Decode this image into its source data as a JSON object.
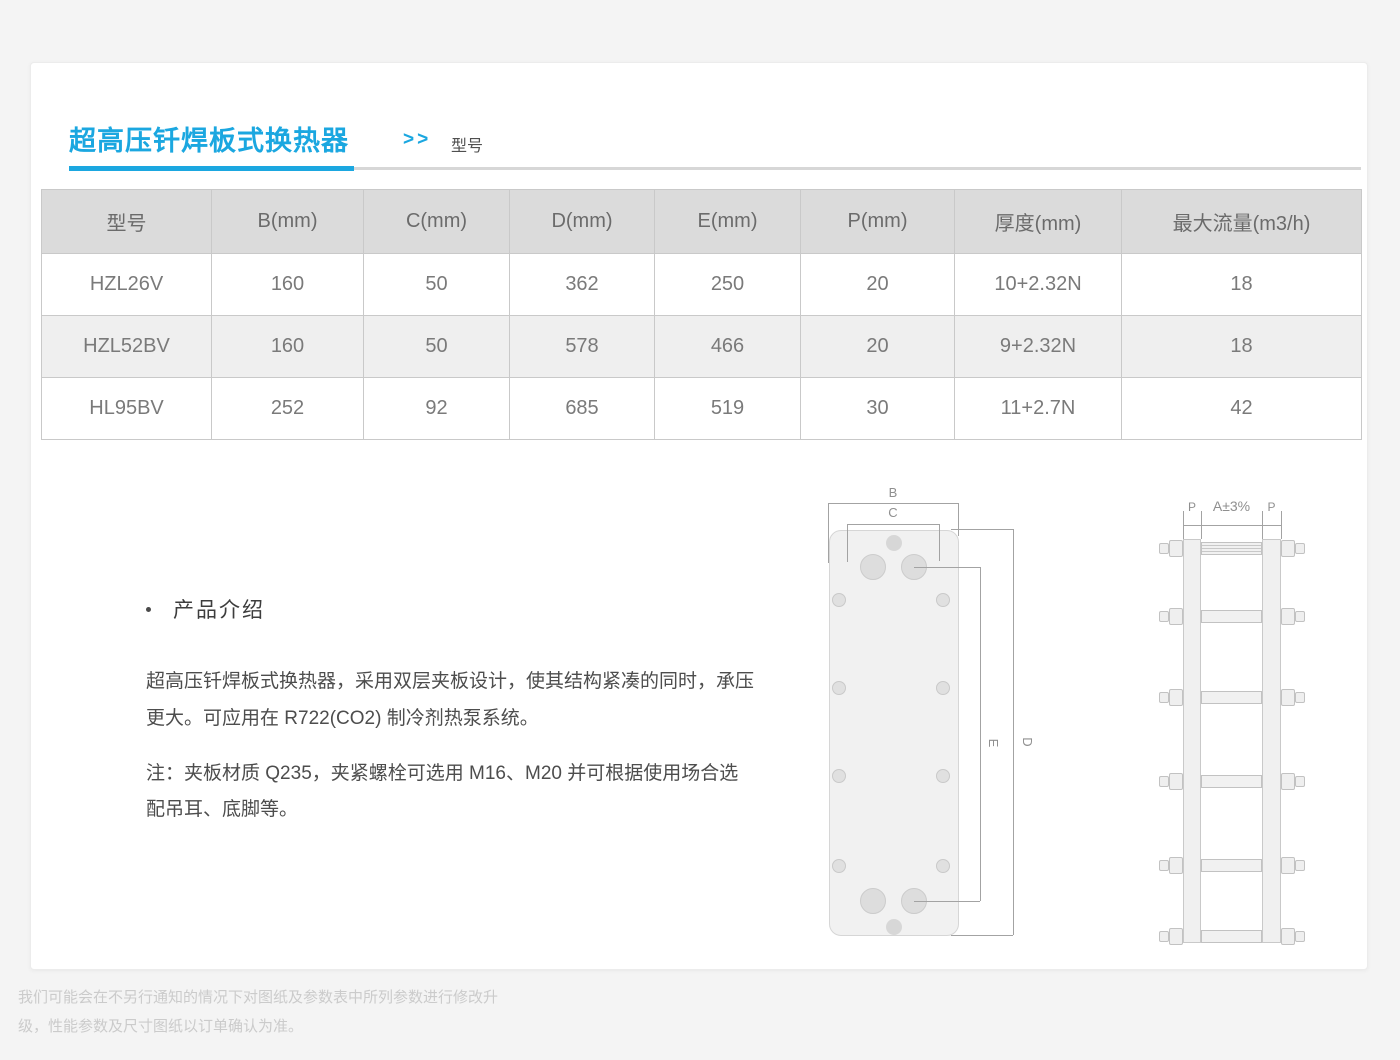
{
  "page": {
    "title": "超高压钎焊板式换热器",
    "title_arrows": ">>",
    "title_sub": "型号",
    "accent_color": "#1ba7e0",
    "footer": "我们可能会在不另行通知的情况下对图纸及参数表中所列参数进行修改升级，性能参数及尺寸图纸以订单确认为准。"
  },
  "spec_table": {
    "columns": [
      "型号",
      "B(mm)",
      "C(mm)",
      "D(mm)",
      "E(mm)",
      "P(mm)",
      "厚度(mm)",
      "最大流量(m3/h)"
    ],
    "rows": [
      [
        "HZL26V",
        "160",
        "50",
        "362",
        "250",
        "20",
        "10+2.32N",
        "18"
      ],
      [
        "HZL52BV",
        "160",
        "50",
        "578",
        "466",
        "20",
        "9+2.32N",
        "18"
      ],
      [
        "HL95BV",
        "252",
        "92",
        "685",
        "519",
        "30",
        "11+2.7N",
        "42"
      ]
    ]
  },
  "intro": {
    "heading": "产品介绍",
    "paragraph": "超高压钎焊板式换热器，采用双层夹板设计，使其结构紧凑的同时，承压更大。可应用在 R722(CO2) 制冷剂热泵系统。",
    "note": "注：夹板材质 Q235，夹紧螺栓可选用 M16、M20 并可根据使用场合选配吊耳、底脚等。"
  },
  "diagram_front": {
    "label_b": "B",
    "label_c": "C",
    "label_d": "D",
    "label_e": "E"
  },
  "diagram_side": {
    "label_p_left": "P",
    "label_a": "A±3%",
    "label_p_right": "P"
  }
}
